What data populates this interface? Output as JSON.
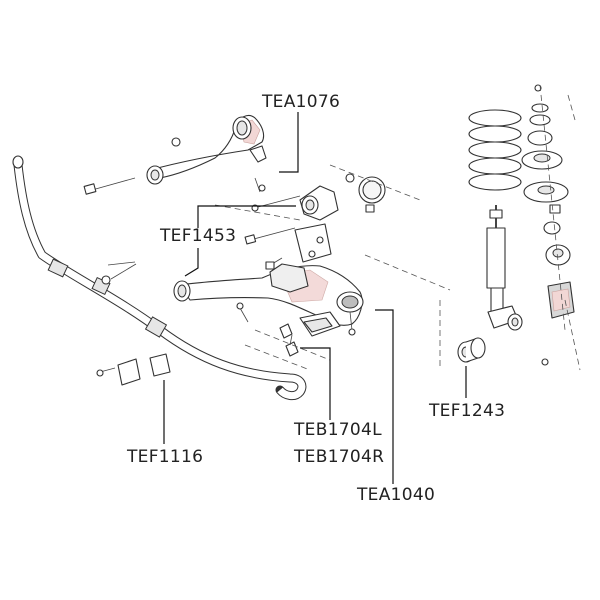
{
  "parts": {
    "tea1076": "TEA1076",
    "tef1453": "TEF1453",
    "tef1116": "TEF1116",
    "teb1704l": "TEB1704L",
    "teb1704r": "TEB1704R",
    "tea1040": "TEA1040",
    "tef1243": "TEF1243"
  },
  "colors": {
    "highlight": "#f2d7d5",
    "line": "#333333"
  }
}
